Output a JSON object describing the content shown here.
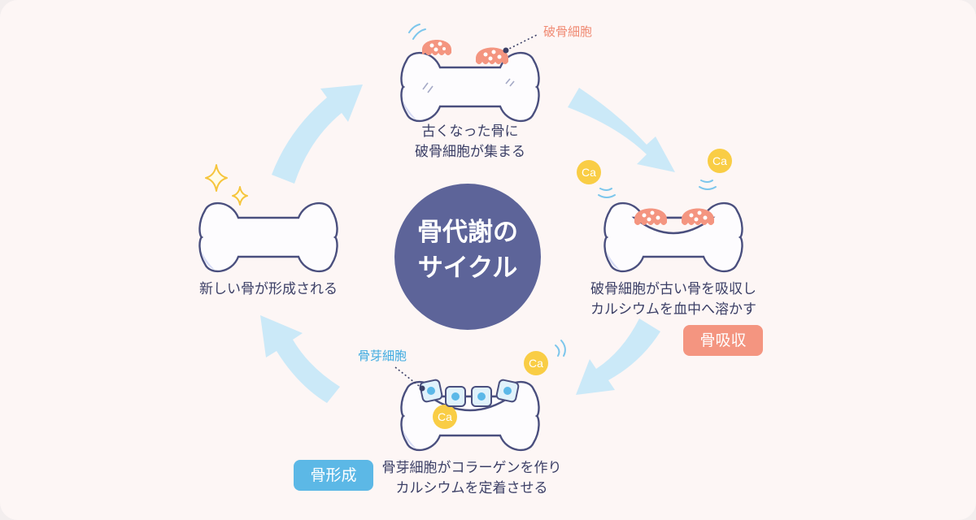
{
  "title": {
    "line1": "骨代謝の",
    "line2": "サイクル"
  },
  "stages": {
    "top": {
      "line1": "古くなった骨に",
      "line2": "破骨細胞が集まる"
    },
    "right": {
      "line1": "破骨細胞が古い骨を吸収し",
      "line2": "カルシウムを血中へ溶かす"
    },
    "bottom": {
      "line1": "骨芽細胞がコラーゲンを作り",
      "line2": "カルシウムを定着させる"
    },
    "left": {
      "line1": "新しい骨が形成される"
    }
  },
  "cell_labels": {
    "osteoclast": "破骨細胞",
    "osteoblast": "骨芽細胞"
  },
  "tags": {
    "resorption": "骨吸収",
    "formation": "骨形成"
  },
  "calcium_symbol": "Ca",
  "colors": {
    "background": "#fdf6f5",
    "center_circle": "#5d6499",
    "arrow": "#cbe9f8",
    "bone_fill": "#fdfcfe",
    "bone_outline": "#4a4f7e",
    "osteoclast": "#f49580",
    "osteoblast_fill": "#e0f2fb",
    "osteoblast_nucleus": "#5bb8e8",
    "calcium": "#f9cd45",
    "resorption_tag": "#f49580",
    "formation_tag": "#5cb8e6",
    "sparkle": "#f6c53d",
    "text": "#3b3f66"
  }
}
